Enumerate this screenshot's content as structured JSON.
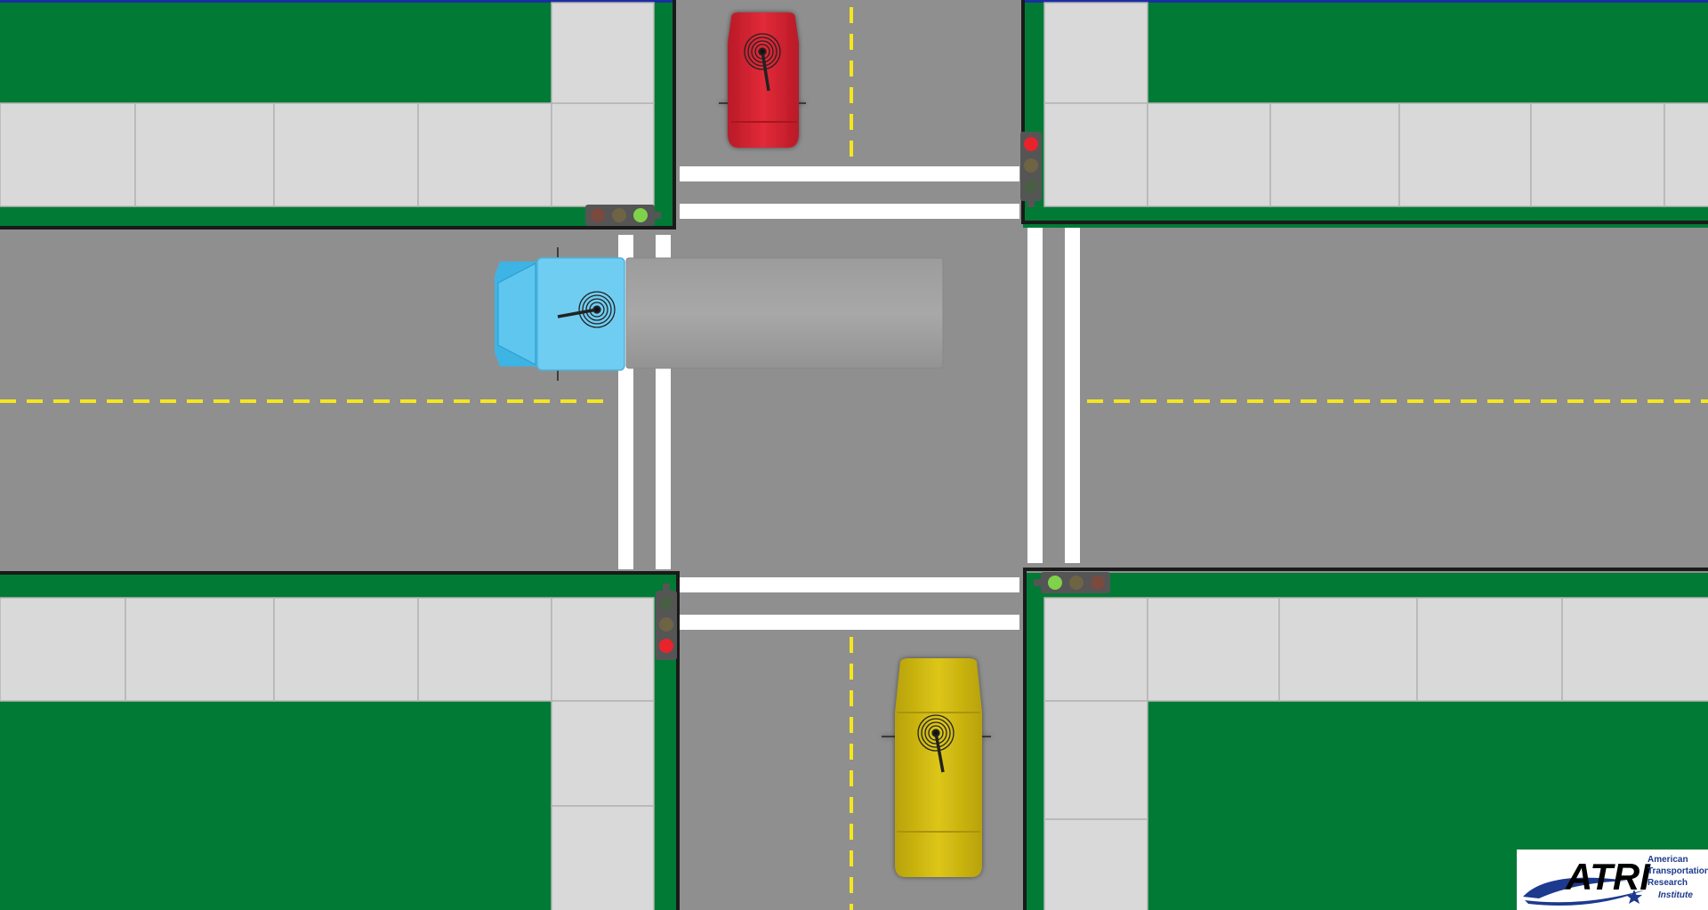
{
  "scene": {
    "colors": {
      "grass": "#017a35",
      "sidewalk": "#d9d9d9",
      "sidewalk_joint": "#b4b4b4",
      "road": "#8f8f8f",
      "curb": "#1a1a1a",
      "center_line": "#f5e61e",
      "crosswalk": "#ffffff",
      "top_border": "#1a2fa0"
    },
    "traffic_lights": [
      {
        "name": "traffic-light-northwest",
        "orientation": "horizontal",
        "active": "green"
      },
      {
        "name": "traffic-light-northeast",
        "orientation": "vertical",
        "active": "red"
      },
      {
        "name": "traffic-light-southwest",
        "orientation": "vertical",
        "active": "red"
      },
      {
        "name": "traffic-light-southeast",
        "orientation": "horizontal",
        "active": "green"
      }
    ],
    "vehicles": [
      {
        "name": "red-car",
        "color": "#d92432",
        "direction": "southbound",
        "device": "wireless-transmitter-icon"
      },
      {
        "name": "yellow-car",
        "color": "#d4bd10",
        "direction": "northbound",
        "device": "wireless-transmitter-icon"
      },
      {
        "name": "blue-truck",
        "cab_color": "#6fcdf2",
        "trailer_color": "#a3a3a3",
        "direction": "westbound",
        "device": "wireless-transmitter-icon"
      }
    ]
  },
  "logo": {
    "acronym": "ATRI",
    "line1": "American",
    "line2": "Transportation",
    "line3": "Research",
    "line4": "Institute",
    "star_icon": "star-icon"
  }
}
